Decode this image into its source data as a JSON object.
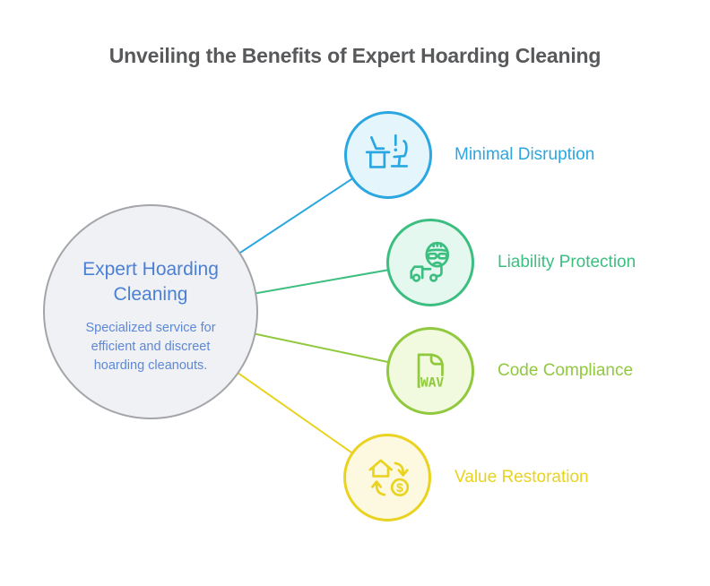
{
  "title": "Unveiling the Benefits of Expert Hoarding Cleaning",
  "center": {
    "title": "Expert Hoarding Cleaning",
    "description": "Specialized service for efficient and discreet hoarding cleanouts."
  },
  "benefits": [
    {
      "label": "Minimal Disruption",
      "icon": "desk-chair-alert-icon",
      "color": "#2AA7E0",
      "fill": "#E4F5FC"
    },
    {
      "label": "Liability Protection",
      "icon": "mover-truck-icon",
      "color": "#3DBE81",
      "fill": "#E4F8EF"
    },
    {
      "label": "Code Compliance",
      "icon": "wav-file-icon",
      "icon_text": "WAV",
      "color": "#90C93E",
      "fill": "#F1FADE"
    },
    {
      "label": "Value Restoration",
      "icon": "house-dollar-cycle-icon",
      "icon_text": "$",
      "color": "#E9D320",
      "fill": "#FDF9E0"
    }
  ],
  "colors": {
    "background": "#FFFFFF",
    "title_text": "#58595B",
    "center_fill": "#F0F1F4",
    "center_border": "#A3A5A8",
    "center_title_text": "#4B80D5",
    "center_description_text": "#5C88D8"
  }
}
